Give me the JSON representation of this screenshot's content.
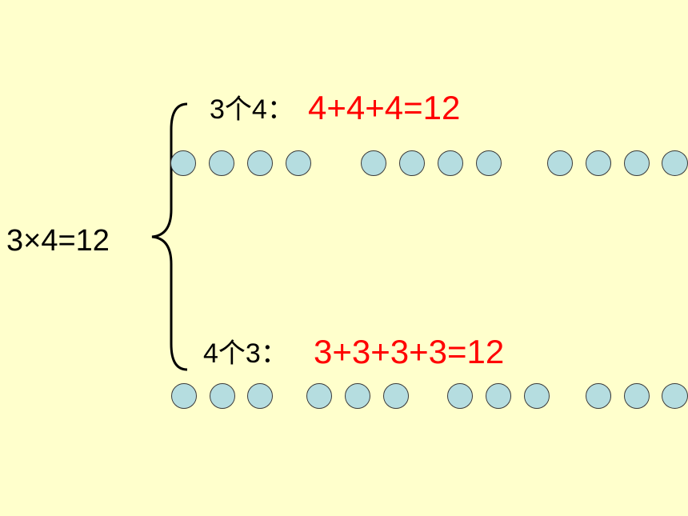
{
  "equation": "3×4=12",
  "top": {
    "label": "3个4：",
    "sum": "4+4+4=12",
    "groups": [
      4,
      4,
      4
    ]
  },
  "bottom": {
    "label": "4个3：",
    "sum": "3+3+3+3=12",
    "groups": [
      3,
      3,
      3,
      3
    ]
  },
  "colors": {
    "background": "#ffffcc",
    "sum_text": "#ff0000",
    "circle_fill": "#b5dde0"
  }
}
